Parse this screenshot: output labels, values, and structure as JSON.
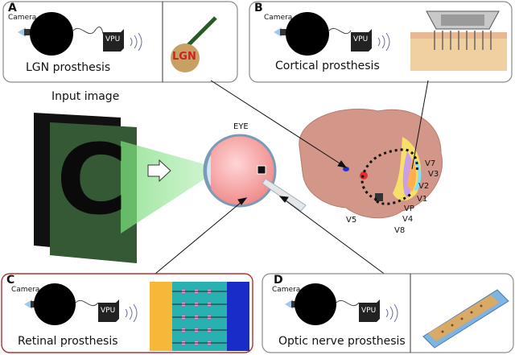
{
  "panels": {
    "a": {
      "letter": "A",
      "camera": "Camera",
      "vpu": "VPU",
      "title": "LGN prosthesis",
      "lgn": "LGN"
    },
    "b": {
      "letter": "B",
      "camera": "Camera",
      "vpu": "VPU",
      "title": "Cortical prosthesis"
    },
    "c": {
      "letter": "C",
      "camera": "Camera",
      "vpu": "VPU",
      "title": "Retinal prosthesis"
    },
    "d": {
      "letter": "D",
      "camera": "Camera",
      "vpu": "VPU",
      "title": "Optic nerve prosthesis"
    }
  },
  "input_image": {
    "label": "Input image",
    "letter": "C"
  },
  "eye": {
    "label": "EYE"
  },
  "visual_areas": [
    "V7",
    "V3",
    "V2",
    "V1",
    "VP",
    "V4",
    "V8",
    "V5"
  ],
  "colors": {
    "panel_border": "#888888",
    "panel_c_border": "#b03030",
    "green": "#66d166",
    "brain": "#d3978a",
    "lgn": "#c8a064"
  }
}
